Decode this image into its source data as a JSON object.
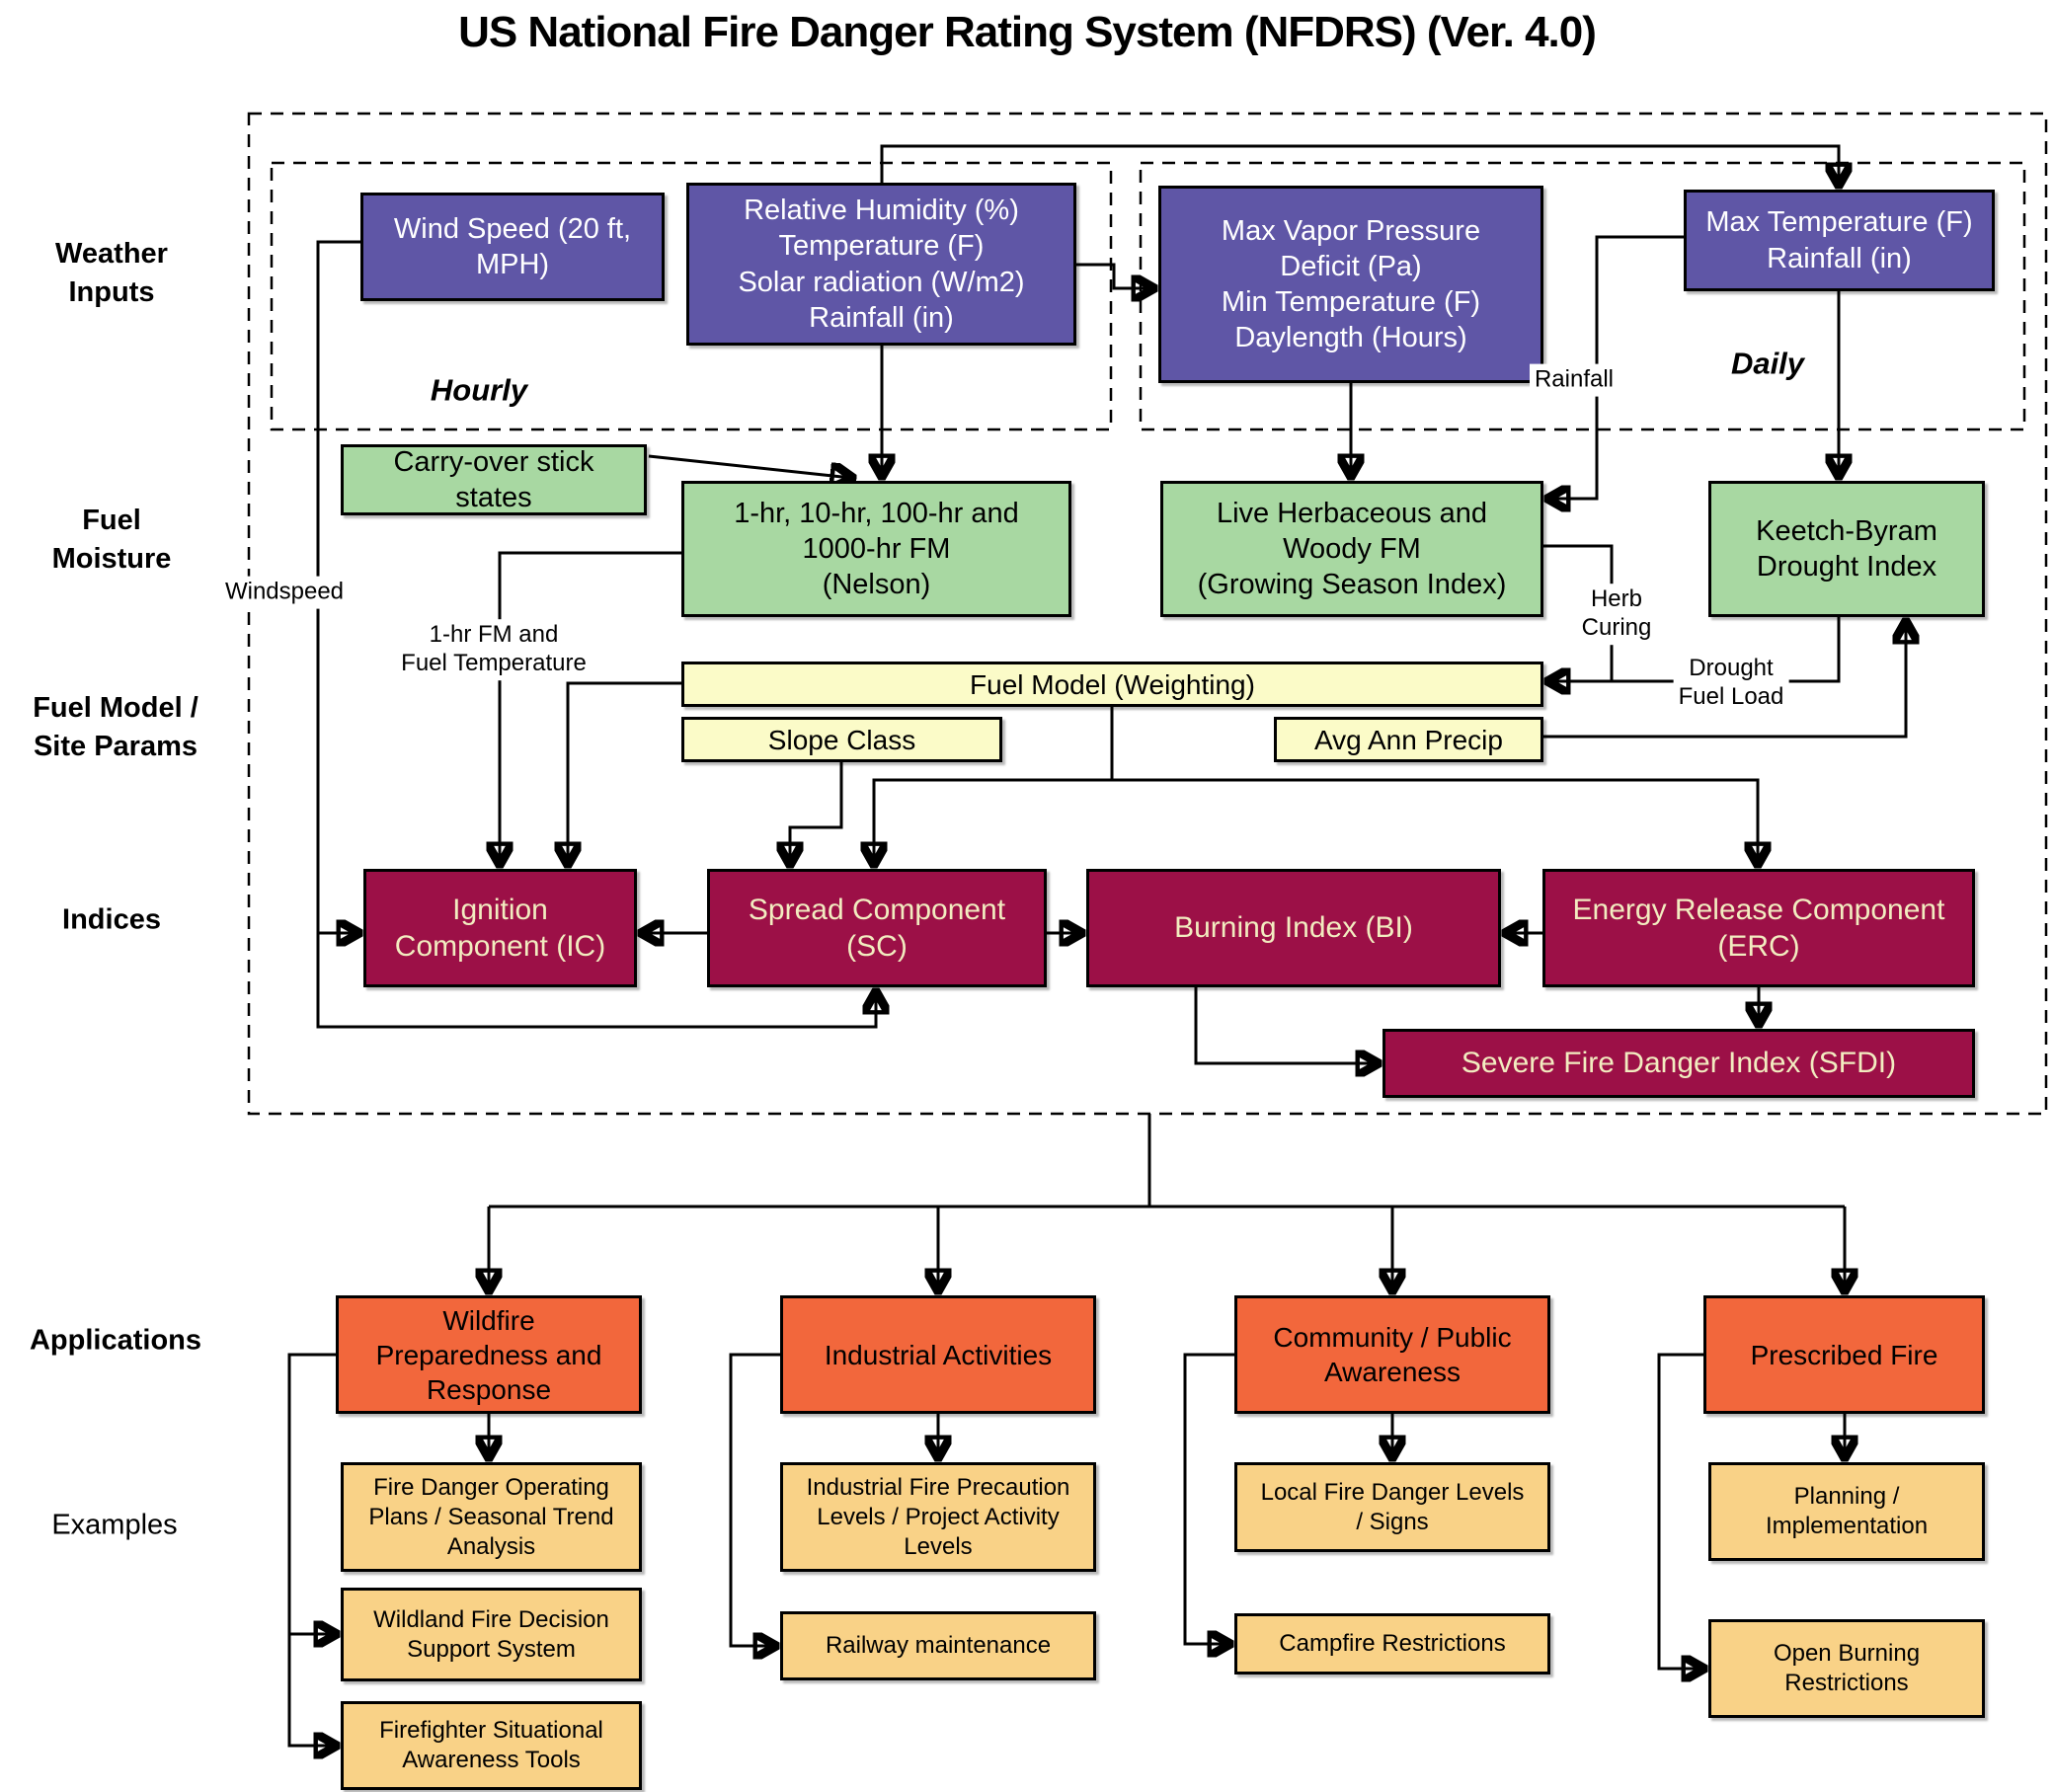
{
  "title": "US National Fire Danger Rating System (NFDRS) (Ver. 4.0)",
  "row_labels": {
    "weather": "Weather\nInputs",
    "fuel_moisture": "Fuel\nMoisture",
    "fuel_model_site": "Fuel Model /\nSite Params",
    "indices": "Indices",
    "applications": "Applications",
    "examples": "Examples"
  },
  "edge_labels": {
    "hourly": "Hourly",
    "daily": "Daily",
    "rainfall": "Rainfall",
    "windspeed": "Windspeed",
    "one_hr_fm": "1-hr FM and\nFuel Temperature",
    "herb_curing": "Herb\nCuring",
    "drought_fuel_load": "Drought\nFuel Load"
  },
  "nodes": {
    "wind_speed": "Wind Speed (20 ft,\nMPH)",
    "hourly_inputs": "Relative Humidity (%)\nTemperature (F)\nSolar radiation (W/m2)\nRainfall (in)",
    "vapor_deficit": "Max Vapor Pressure\nDeficit  (Pa)\nMin Temperature (F)\nDaylength (Hours)",
    "max_temp": "Max Temperature (F)\nRainfall (in)",
    "carry_over": "Carry-over stick\nstates",
    "nelson_fm": "1-hr, 10-hr, 100-hr and\n1000-hr FM\n(Nelson)",
    "live_herb": "Live Herbaceous and\nWoody FM\n(Growing Season Index)",
    "kbdi": "Keetch-Byram\nDrought Index",
    "fuel_model": "Fuel Model (Weighting)",
    "slope_class": "Slope Class",
    "avg_ann_precip": "Avg Ann Precip",
    "ignition": "Ignition\nComponent (IC)",
    "spread": "Spread Component\n(SC)",
    "burning_index": "Burning Index (BI)",
    "erc": "Energy Release Component\n(ERC)",
    "sfdi": "Severe Fire Danger Index (SFDI)",
    "wildfire": "Wildfire\nPreparedness and\nResponse",
    "industrial": "Industrial Activities",
    "community": "Community / Public\nAwareness",
    "prescribed": "Prescribed Fire",
    "ex_fire_danger_plans": "Fire Danger Operating\nPlans / Seasonal Trend\nAnalysis",
    "ex_wildland_fire": "Wildland Fire Decision\nSupport System",
    "ex_firefighter": "Firefighter Situational\nAwareness Tools",
    "ex_industrial_fire": "Industrial Fire Precaution\nLevels / Project Activity\nLevels",
    "ex_railway": "Railway maintenance",
    "ex_local_fire": "Local Fire Danger Levels\n/ Signs",
    "ex_campfire": "Campfire Restrictions",
    "ex_planning": "Planning /\nImplementation",
    "ex_open_burning": "Open Burning\nRestrictions"
  },
  "colors": {
    "weather_input": "#5F56A6",
    "weather_input_text": "#FFFFFF",
    "fuel_moisture": "#A8D8A2",
    "site_params": "#FBFBC8",
    "index": "#9C1047",
    "index_text": "#F2ECC0",
    "application": "#F2673C",
    "example": "#F9D287",
    "line": "#000000"
  }
}
